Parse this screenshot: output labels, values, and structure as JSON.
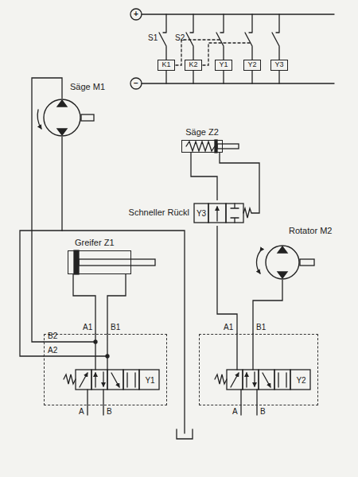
{
  "diagram": {
    "nodes": [
      {
        "text": [
          "K1"
        ]
      },
      {
        "text": [
          "K2"
        ]
      },
      {
        "text": [
          "Y1"
        ]
      },
      {
        "text": [
          "Y2"
        ]
      },
      {
        "text": [
          "Y3"
        ]
      },
      {
        "text": [
          "Säge M1"
        ]
      },
      {
        "text": [
          "Säge Z2"
        ]
      },
      {
        "text": [
          "Schneller Rückl",
          "Y3"
        ]
      },
      {
        "text": [
          "Greifer Z1"
        ]
      },
      {
        "text": [
          "Rotator M2"
        ]
      },
      {
        "text": [
          "Y1"
        ]
      },
      {
        "text": [
          "Y2"
        ]
      }
    ],
    "edges": [
      {
        "from": 10,
        "to": 5,
        "arrow": "none"
      },
      {
        "from": 10,
        "to": 5,
        "arrow": "none"
      },
      {
        "from": 10,
        "to": 8,
        "arrow": "none"
      },
      {
        "from": 10,
        "to": 8,
        "arrow": "none"
      },
      {
        "from": 7,
        "to": 6,
        "arrow": "none"
      },
      {
        "from": 7,
        "to": 6,
        "arrow": "none"
      },
      {
        "from": 11,
        "to": 7,
        "arrow": "none"
      },
      {
        "from": 11,
        "to": 9,
        "arrow": "none"
      }
    ],
    "labels": [
      "+",
      "S1",
      "S2",
      "−",
      "B2",
      "A2",
      "A1",
      "B1",
      "A",
      "B",
      "A1",
      "B1",
      "A",
      "B"
    ]
  }
}
